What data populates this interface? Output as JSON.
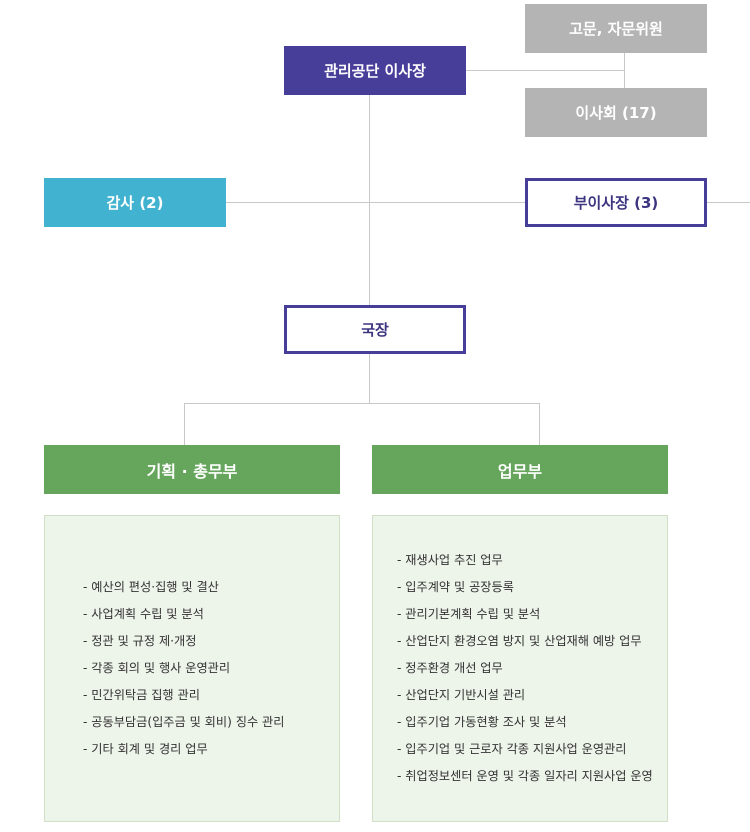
{
  "chairman": {
    "label": "관리공단 이사장"
  },
  "advisors": {
    "label": "고문, 자문위원"
  },
  "board": {
    "label": "이사회 (17)"
  },
  "audit": {
    "label": "감사 (2)"
  },
  "vice_chairman": {
    "label": "부이사장 (3)"
  },
  "director": {
    "label": "국장"
  },
  "departments": [
    {
      "name": "기획 · 총무부",
      "duties": [
        "- 예산의 편성·집행 및 결산",
        "- 사업계획 수립 및 분석",
        "- 정관 및 규정 제·개정",
        "- 각종 회의 및 행사 운영관리",
        "- 민간위탁금 집행 관리",
        "- 공동부담금(입주금 및 회비) 징수 관리",
        "- 기타 회계 및 경리 업무"
      ]
    },
    {
      "name": "업무부",
      "duties": [
        "- 재생사업 추진 업무",
        "- 입주계약 및 공장등록",
        "- 관리기본계획 수립 및 분석",
        "- 산업단지 환경오염 방지 및 산업재해 예방 업무",
        "- 정주환경 개선 업무",
        "- 산업단지 기반시설 관리",
        "- 입주기업 가동현황 조사 및 분석",
        "- 입주기업 및 근로자 각종 지원사업 운영관리",
        "- 취업정보센터 운영 및 각종 일자리 지원사업 운영"
      ]
    }
  ],
  "colors": {
    "chairman": "#473e9a",
    "advisory": "#b4b4b4",
    "audit": "#41b2cf",
    "department": "#65a55c",
    "panel": "#edf4ea",
    "connector": "#c8c8c8"
  }
}
